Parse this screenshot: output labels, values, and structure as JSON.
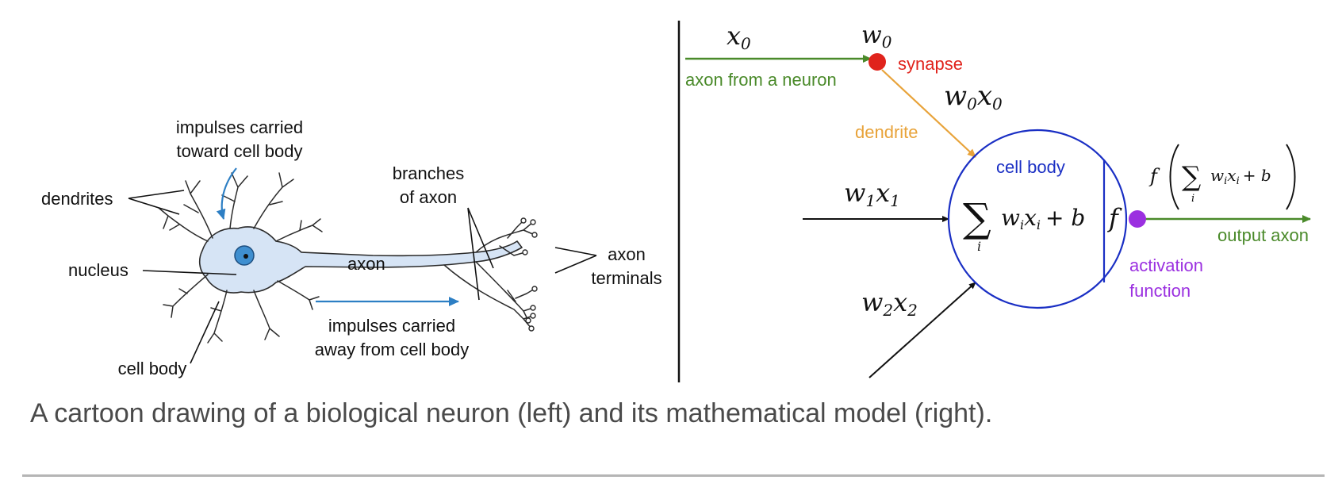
{
  "left_panel": {
    "labels": {
      "impulses_toward_1": "impulses carried",
      "impulses_toward_2": "toward cell body",
      "dendrites": "dendrites",
      "nucleus": "nucleus",
      "axon": "axon",
      "branches_1": "branches",
      "branches_2": "of axon",
      "axon_terminals_1": "axon",
      "axon_terminals_2": "terminals",
      "impulses_away_1": "impulses carried",
      "impulses_away_2": "away from cell body",
      "cell_body": "cell body"
    }
  },
  "right_panel": {
    "labels": {
      "x0": "x",
      "x0_sub": "0",
      "w0": "w",
      "w0_sub": "0",
      "synapse": "synapse",
      "axon_from_neuron": "axon from a neuron",
      "w0x0_w": "w",
      "w0x0_wsub": "0",
      "w0x0_x": "x",
      "w0x0_xsub": "0",
      "dendrite": "dendrite",
      "cell_body": "cell body",
      "w1x1_w": "w",
      "w1x1_wsub": "1",
      "w1x1_x": "x",
      "w1x1_xsub": "1",
      "w2x2_w": "w",
      "w2x2_wsub": "2",
      "w2x2_x": "x",
      "w2x2_xsub": "2",
      "sum_symbol": "∑",
      "sum_index": "i",
      "sum_w": "w",
      "sum_wi": "i",
      "sum_x": "x",
      "sum_xi": "i",
      "sum_plus_b": "+ b",
      "f_symbol": "f",
      "out_f": "f",
      "output_axon": "output axon",
      "activation_1": "activation",
      "activation_2": "function"
    },
    "colors": {
      "green": "#4a8a2a",
      "red": "#e0231c",
      "orange": "#e8a33a",
      "blue": "#1a2fc4",
      "purple": "#9b30e0",
      "black": "#111111"
    }
  },
  "caption": "A cartoon drawing of a biological neuron (left) and its mathematical model (right)."
}
